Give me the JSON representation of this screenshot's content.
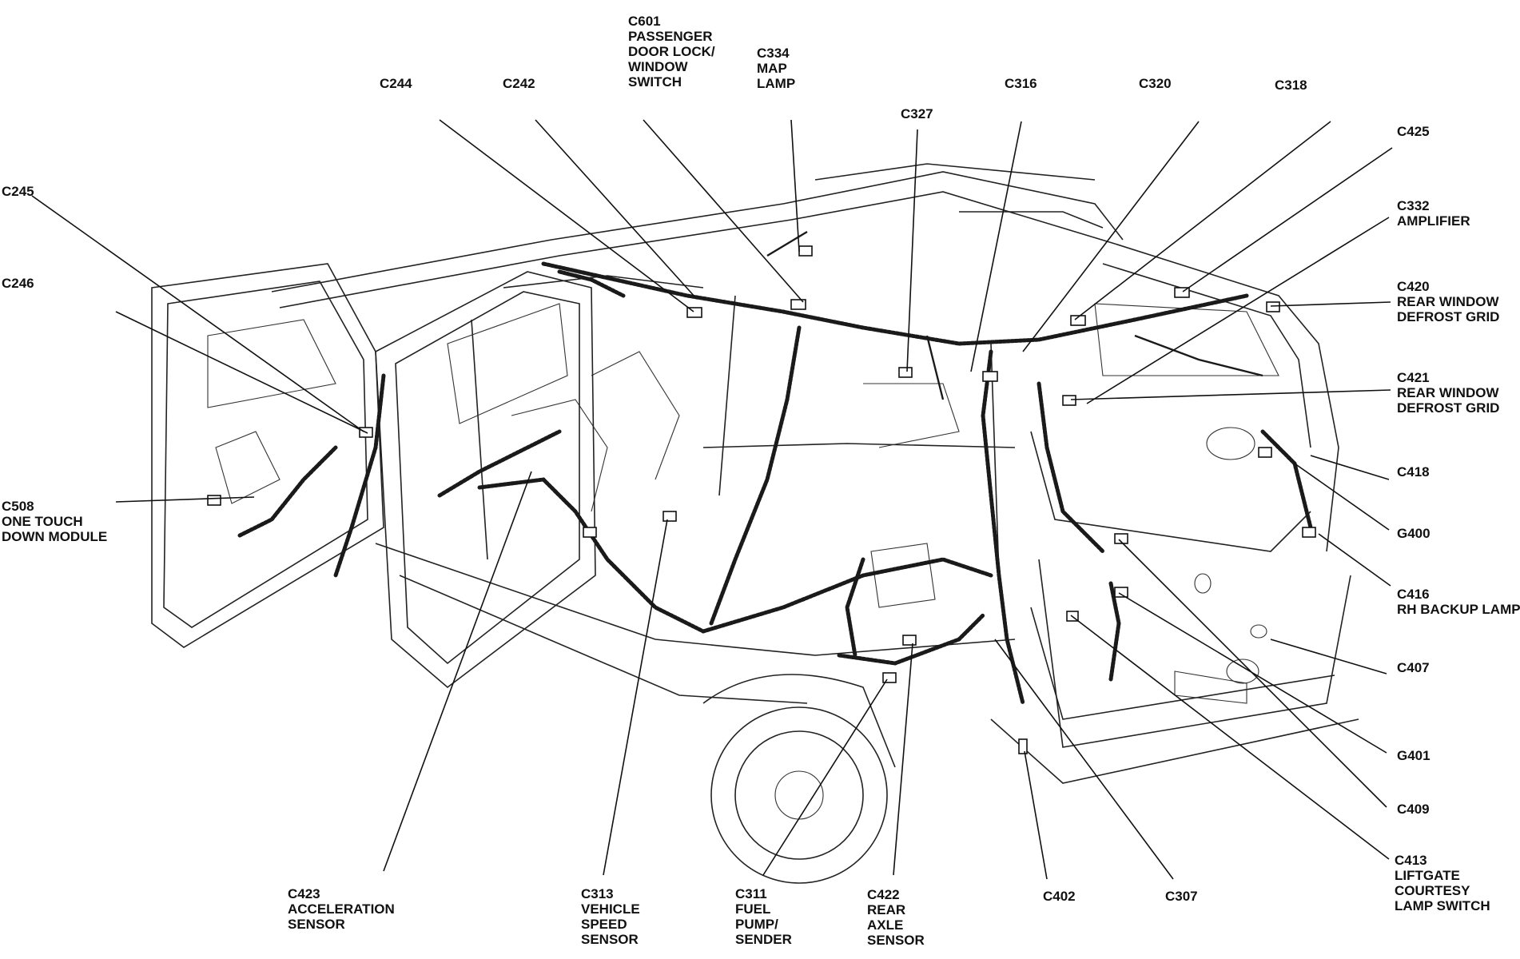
{
  "labels": [
    {
      "id": "c601",
      "lines": [
        "C601",
        "PASSENGER",
        "DOOR LOCK/",
        "WINDOW",
        "SWITCH"
      ]
    },
    {
      "id": "c334",
      "lines": [
        "C334",
        "MAP",
        "LAMP"
      ]
    },
    {
      "id": "c244",
      "lines": [
        "C244"
      ]
    },
    {
      "id": "c242",
      "lines": [
        "C242"
      ]
    },
    {
      "id": "c327",
      "lines": [
        "C327"
      ]
    },
    {
      "id": "c316",
      "lines": [
        "C316"
      ]
    },
    {
      "id": "c320",
      "lines": [
        "C320"
      ]
    },
    {
      "id": "c318",
      "lines": [
        "C318"
      ]
    },
    {
      "id": "c425",
      "lines": [
        "C425"
      ]
    },
    {
      "id": "c332",
      "lines": [
        "C332",
        "AMPLIFIER"
      ]
    },
    {
      "id": "c420",
      "lines": [
        "C420",
        "REAR WINDOW",
        "DEFROST GRID"
      ]
    },
    {
      "id": "c421",
      "lines": [
        "C421",
        "REAR WINDOW",
        "DEFROST GRID"
      ]
    },
    {
      "id": "c418",
      "lines": [
        "C418"
      ]
    },
    {
      "id": "g400",
      "lines": [
        "G400"
      ]
    },
    {
      "id": "c416",
      "lines": [
        "C416",
        "RH BACKUP LAMP"
      ]
    },
    {
      "id": "c407",
      "lines": [
        "C407"
      ]
    },
    {
      "id": "g401",
      "lines": [
        "G401"
      ]
    },
    {
      "id": "c409",
      "lines": [
        "C409"
      ]
    },
    {
      "id": "c413",
      "lines": [
        "C413",
        "LIFTGATE",
        "COURTESY",
        "LAMP SWITCH"
      ]
    },
    {
      "id": "c245",
      "lines": [
        "C245"
      ]
    },
    {
      "id": "c246",
      "lines": [
        "C246"
      ]
    },
    {
      "id": "c508",
      "lines": [
        "C508",
        "ONE TOUCH",
        "DOWN MODULE"
      ]
    },
    {
      "id": "c423",
      "lines": [
        "C423",
        "ACCELERATION",
        "SENSOR"
      ]
    },
    {
      "id": "c313",
      "lines": [
        "C313",
        "VEHICLE",
        "SPEED",
        "SENSOR"
      ]
    },
    {
      "id": "c311",
      "lines": [
        "C311",
        "FUEL",
        "PUMP/",
        "SENDER"
      ]
    },
    {
      "id": "c422",
      "lines": [
        "C422",
        "REAR",
        "AXLE",
        "SENSOR"
      ]
    },
    {
      "id": "c402",
      "lines": [
        "C402"
      ]
    },
    {
      "id": "c307",
      "lines": [
        "C307"
      ]
    }
  ]
}
